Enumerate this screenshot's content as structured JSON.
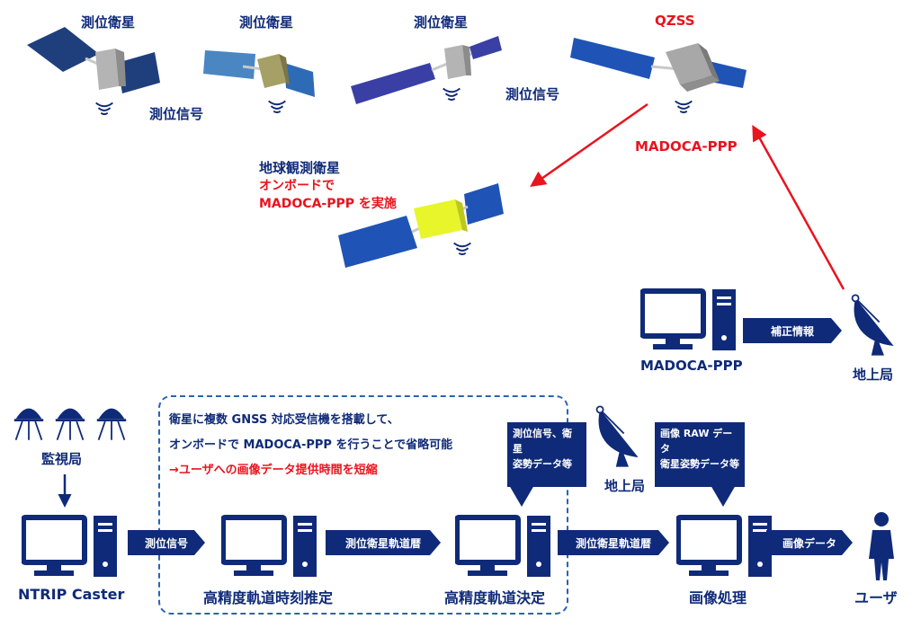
{
  "satellites": {
    "sat1_label": "測位衛星",
    "sat2_label": "測位衛星",
    "sat3_label": "測位衛星",
    "qzss_label": "QZSS",
    "signal_label_1": "測位信号",
    "signal_label_2": "測位信号",
    "madoca_ppp_red": "MADOCA-PPP"
  },
  "eo_satellite": {
    "title": "地球観測衛星",
    "line2": "オンボードで",
    "line3": "MADOCA-PPP を実施"
  },
  "ground_upper": {
    "computer_label": "MADOCA-PPP",
    "arrow_label": "補正情報",
    "station_label": "地上局"
  },
  "monitoring": {
    "label": "監視局"
  },
  "dashed_note": {
    "line1": "衛星に複数 GNSS 対応受信機を搭載して、",
    "line2": "オンボードで MADOCA-PPP を行うことで省略可能",
    "line3": "→ユーザへの画像データ提供時間を短縮"
  },
  "callouts": {
    "left_line1": "測位信号、衛星",
    "left_line2": "姿勢データ等",
    "right_line1": "画像 RAW データ",
    "right_line2": "衛星姿勢データ等"
  },
  "ground_lower": {
    "station_label": "地上局"
  },
  "pipeline": {
    "ntrip_label": "NTRIP Caster",
    "arrow1": "測位信号",
    "orbit_est_label": "高精度軌道時刻推定",
    "arrow2": "測位衛星軌道暦",
    "orbit_det_label": "高精度軌道決定",
    "arrow3": "測位衛星軌道暦",
    "image_proc_label": "画像処理",
    "arrow4": "画像データ",
    "user_label": "ユーザ"
  },
  "colors": {
    "navy": "#0f2a78",
    "red": "#e8141e",
    "dashed_blue": "#2864b4",
    "eo_body_yellow": "#e8f52a"
  }
}
